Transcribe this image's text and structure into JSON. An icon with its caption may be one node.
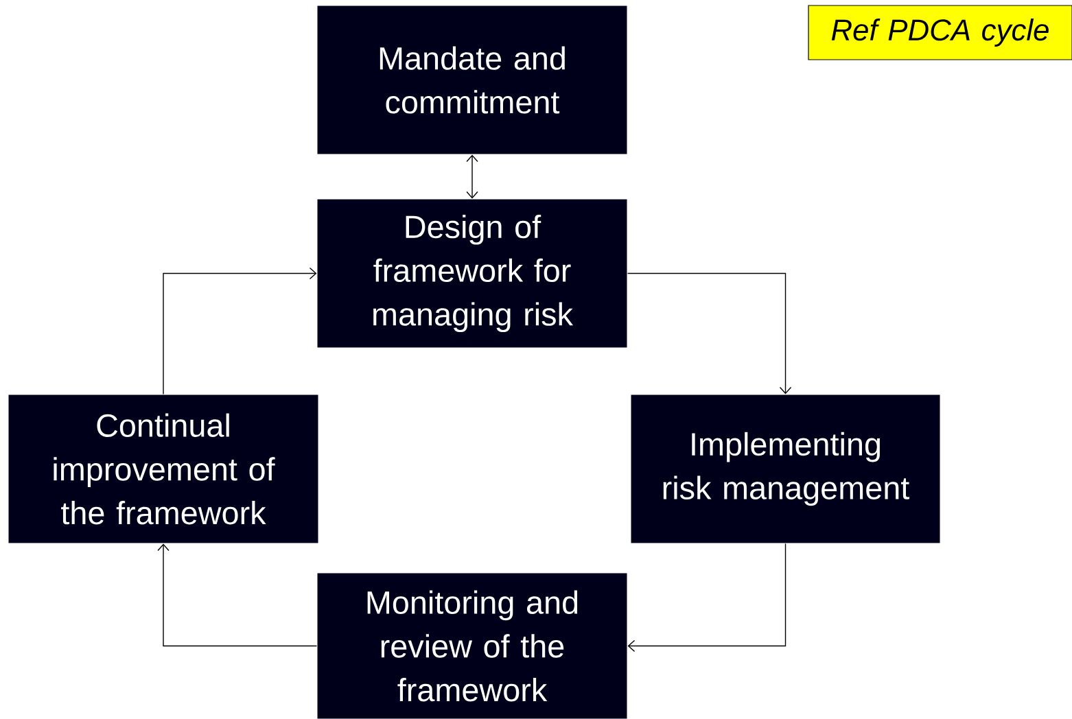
{
  "diagram": {
    "nodes": [
      {
        "text": [
          "Mandate and commitment"
        ]
      },
      {
        "text": [
          "Design of framework for managing risk"
        ]
      },
      {
        "text": [
          "Implementing risk management"
        ]
      },
      {
        "text": [
          "Monitoring and review of the framework"
        ]
      },
      {
        "text": [
          "Continual improvement of the framework"
        ]
      },
      {
        "text": [
          "Ref PDCA cycle"
        ]
      }
    ],
    "edges": [
      {
        "from": 0,
        "to": 1,
        "arrow": "both"
      },
      {
        "from": 1,
        "to": 2,
        "arrow": "to"
      },
      {
        "from": 2,
        "to": 3,
        "arrow": "to"
      },
      {
        "from": 3,
        "to": 4,
        "arrow": "to"
      },
      {
        "from": 4,
        "to": 1,
        "arrow": "to"
      }
    ]
  }
}
